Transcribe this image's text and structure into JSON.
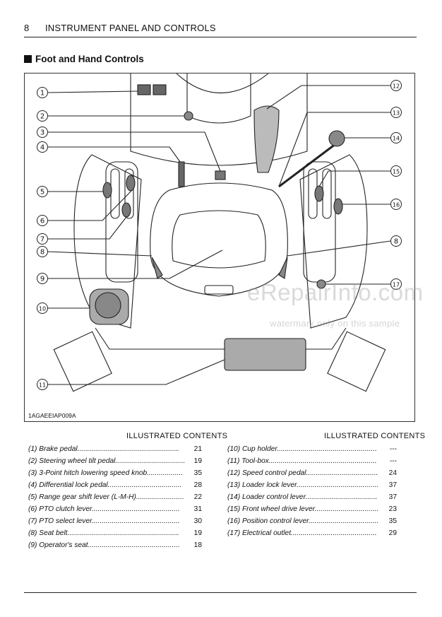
{
  "header": {
    "page_number": "8",
    "title": "INSTRUMENT PANEL AND CONTROLS"
  },
  "section_title": "Foot and Hand Controls",
  "figure": {
    "code": "1AGAEEIAP009A",
    "callouts": [
      "1",
      "2",
      "3",
      "4",
      "5",
      "6",
      "7",
      "8",
      "9",
      "10",
      "11",
      "12",
      "13",
      "14",
      "15",
      "16",
      "8",
      "17"
    ],
    "watermark_main": "eRepairInfo.com",
    "watermark_sub": "watermark only on this sample"
  },
  "contents": {
    "left_heading": "ILLUSTRATED CONTENTS",
    "right_heading": "ILLUSTRATED CONTENTS",
    "left": [
      {
        "label": "(1) Brake pedal...................................................",
        "page": "21"
      },
      {
        "label": "(2) Steering wheel tilt pedal...................................",
        "page": "19"
      },
      {
        "label": "(3) 3-Point hitch lowering speed knob..................",
        "page": "35"
      },
      {
        "label": "(4) Differential lock pedal.....................................",
        "page": "28"
      },
      {
        "label": "(5) Range gear shift lever (L-M-H)........................",
        "page": "22"
      },
      {
        "label": "(6) PTO clutch lever............................................",
        "page": "31"
      },
      {
        "label": "(7) PTO select lever............................................",
        "page": "30"
      },
      {
        "label": "(8) Seat belt........................................................",
        "page": "19"
      },
      {
        "label": "(9) Operator's seat..............................................",
        "page": "18"
      }
    ],
    "right": [
      {
        "label": "(10) Cup holder..................................................",
        "page": "---"
      },
      {
        "label": "(11) Tool-box......................................................",
        "page": "---"
      },
      {
        "label": "(12) Speed control pedal....................................",
        "page": "24"
      },
      {
        "label": "(13) Loader lock lever.........................................",
        "page": "37"
      },
      {
        "label": "(14) Loader control lever....................................",
        "page": "37"
      },
      {
        "label": "(15) Front wheel drive lever................................",
        "page": "23"
      },
      {
        "label": "(16) Position control lever...................................",
        "page": "35"
      },
      {
        "label": "(17) Electrical outlet...........................................",
        "page": "29"
      }
    ]
  }
}
